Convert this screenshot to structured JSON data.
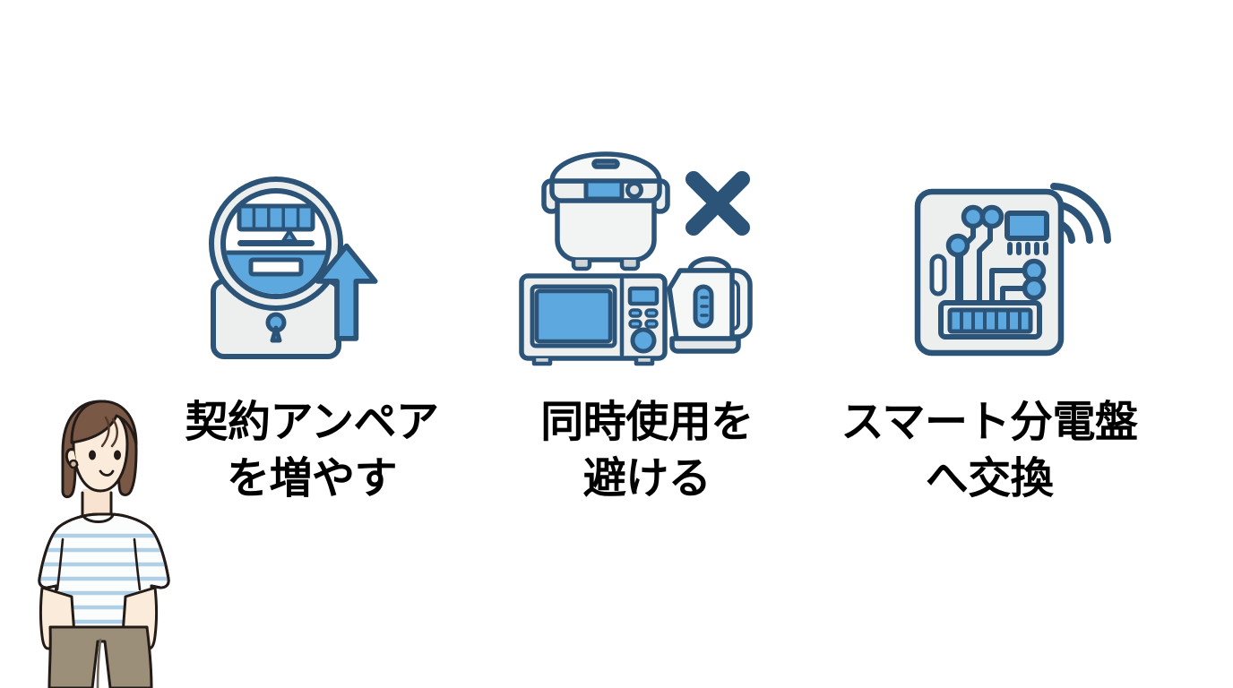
{
  "slide": {
    "background_color": "#ffffff",
    "theme": "electricity-capacity-solutions"
  },
  "palette": {
    "accent_blue": "#5CA8DF",
    "stroke_navy": "#2B5478",
    "body_gray": "#EDEEEE",
    "white": "#FFFFFF",
    "text_black": "#000000",
    "hair_brown": "#7B5A46",
    "skin": "#FAE8D8",
    "pants_taupe": "#9C8F79",
    "stripe_blue": "#BDD7EA",
    "outline_dark": "#1F1A17"
  },
  "items": [
    {
      "id": "increase-amperage",
      "icon_name": "electricity-meter-with-up-arrow-icon",
      "caption": "契約アンペア\nを増やす",
      "caption_line_1": "契約アンペア",
      "caption_line_2": "を増やす"
    },
    {
      "id": "avoid-simultaneous-use",
      "icon_name": "rice-cooker-microwave-kettle-crossed-out-icon",
      "caption": "同時使用を\n避ける",
      "caption_line_1": "同時使用を",
      "caption_line_2": "避ける"
    },
    {
      "id": "replace-with-smart-panel",
      "icon_name": "smart-distribution-board-icon",
      "caption": "スマート分電盤\nへ交換",
      "caption_line_1": "スマート分電盤",
      "caption_line_2": "へ交換"
    }
  ],
  "icons": {
    "meter": {
      "name": "electricity-meter-icon",
      "digit_segments": 5,
      "has_keyhole": true,
      "arrow_direction": "up"
    },
    "appliances": {
      "name": "appliance-group-icon",
      "devices": [
        "rice-cooker",
        "microwave-oven",
        "electric-kettle"
      ],
      "cross_mark": "×",
      "microwave_buttons": 6
    },
    "smart_panel": {
      "name": "smart-distribution-board-icon",
      "wifi_arcs": 3,
      "breaker_bars": 7,
      "circuit_nodes": 5,
      "has_lcd_display": true
    }
  },
  "person": {
    "name": "woman-illustration",
    "hair": "brown-bob",
    "top": "blue-striped-long-sleeve",
    "bottom": "taupe-pants",
    "stripe_count": 9
  }
}
